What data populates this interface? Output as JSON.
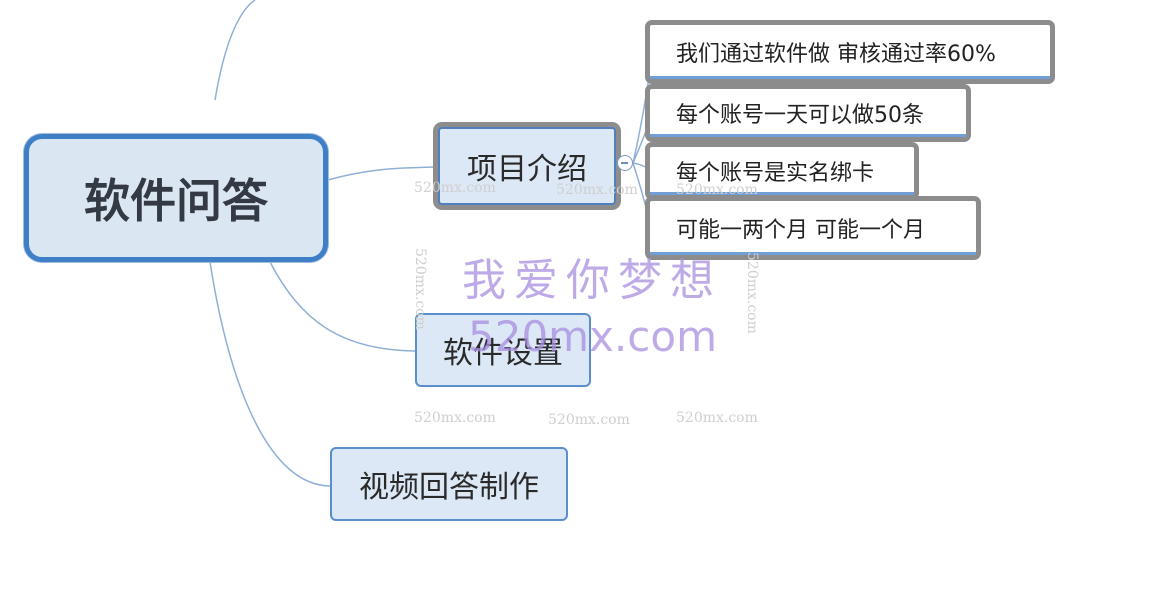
{
  "root": {
    "label": "软件问答"
  },
  "branches": [
    {
      "label": "项目介绍"
    },
    {
      "label": "软件设置"
    },
    {
      "label": "视频回答制作"
    }
  ],
  "leaves": [
    {
      "label": "我们通过软件做  审核通过率60%"
    },
    {
      "label": "每个账号一天可以做50条"
    },
    {
      "label": "每个账号是实名绑卡"
    },
    {
      "label": "可能一两个月 可能一个月"
    }
  ],
  "watermark": {
    "main": "我爱你梦想",
    "sub": "520mx.com",
    "small": "520mx.com"
  },
  "colors": {
    "root_border": "#3f7fc6",
    "node_fill": "#dce8f5",
    "line": "#8fb0d6",
    "selection": "#8d8d8d",
    "watermark": "#a88ee0"
  }
}
